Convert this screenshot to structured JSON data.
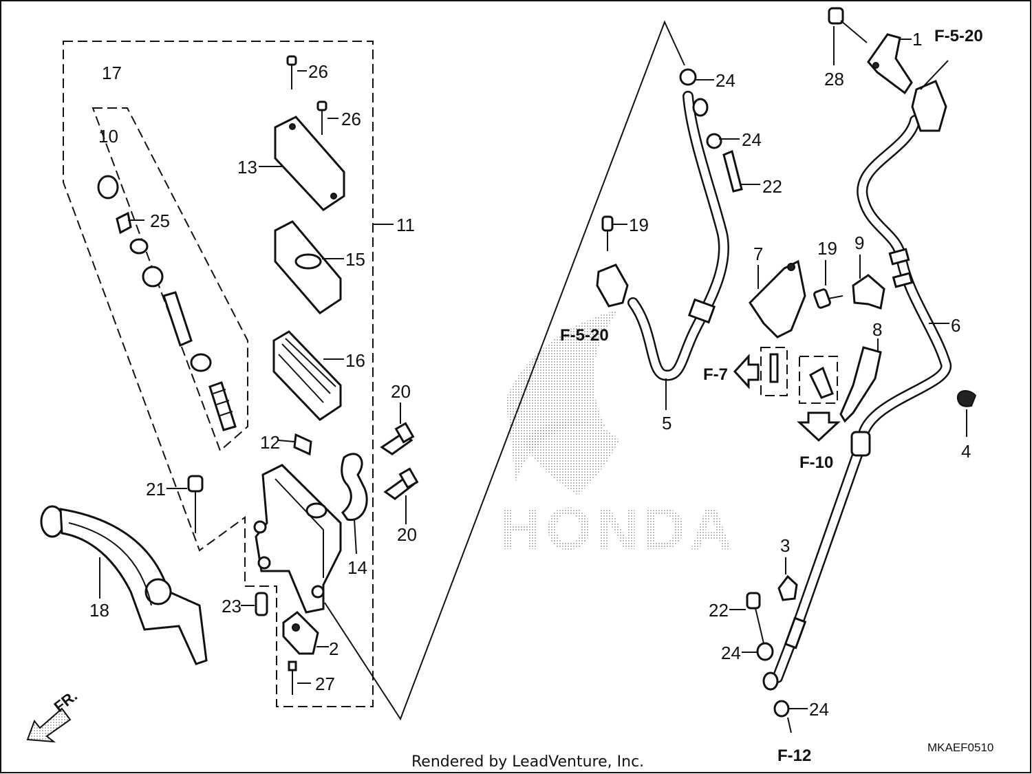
{
  "diagram": {
    "callouts": [
      "1",
      "2",
      "3",
      "4",
      "5",
      "6",
      "7",
      "8",
      "9",
      "10",
      "11",
      "12",
      "13",
      "14",
      "15",
      "16",
      "17",
      "18",
      "19",
      "19",
      "20",
      "20",
      "21",
      "22",
      "22",
      "23",
      "24",
      "24",
      "24",
      "24",
      "25",
      "26",
      "26",
      "27",
      "28"
    ],
    "references": [
      "F-5-20",
      "F-5-20",
      "F-7",
      "F-10",
      "F-12"
    ],
    "direction_label": "FR.",
    "watermark": "HONDA",
    "diagram_code": "MKAEF0510",
    "credit": "Rendered by LeadVenture, Inc."
  }
}
